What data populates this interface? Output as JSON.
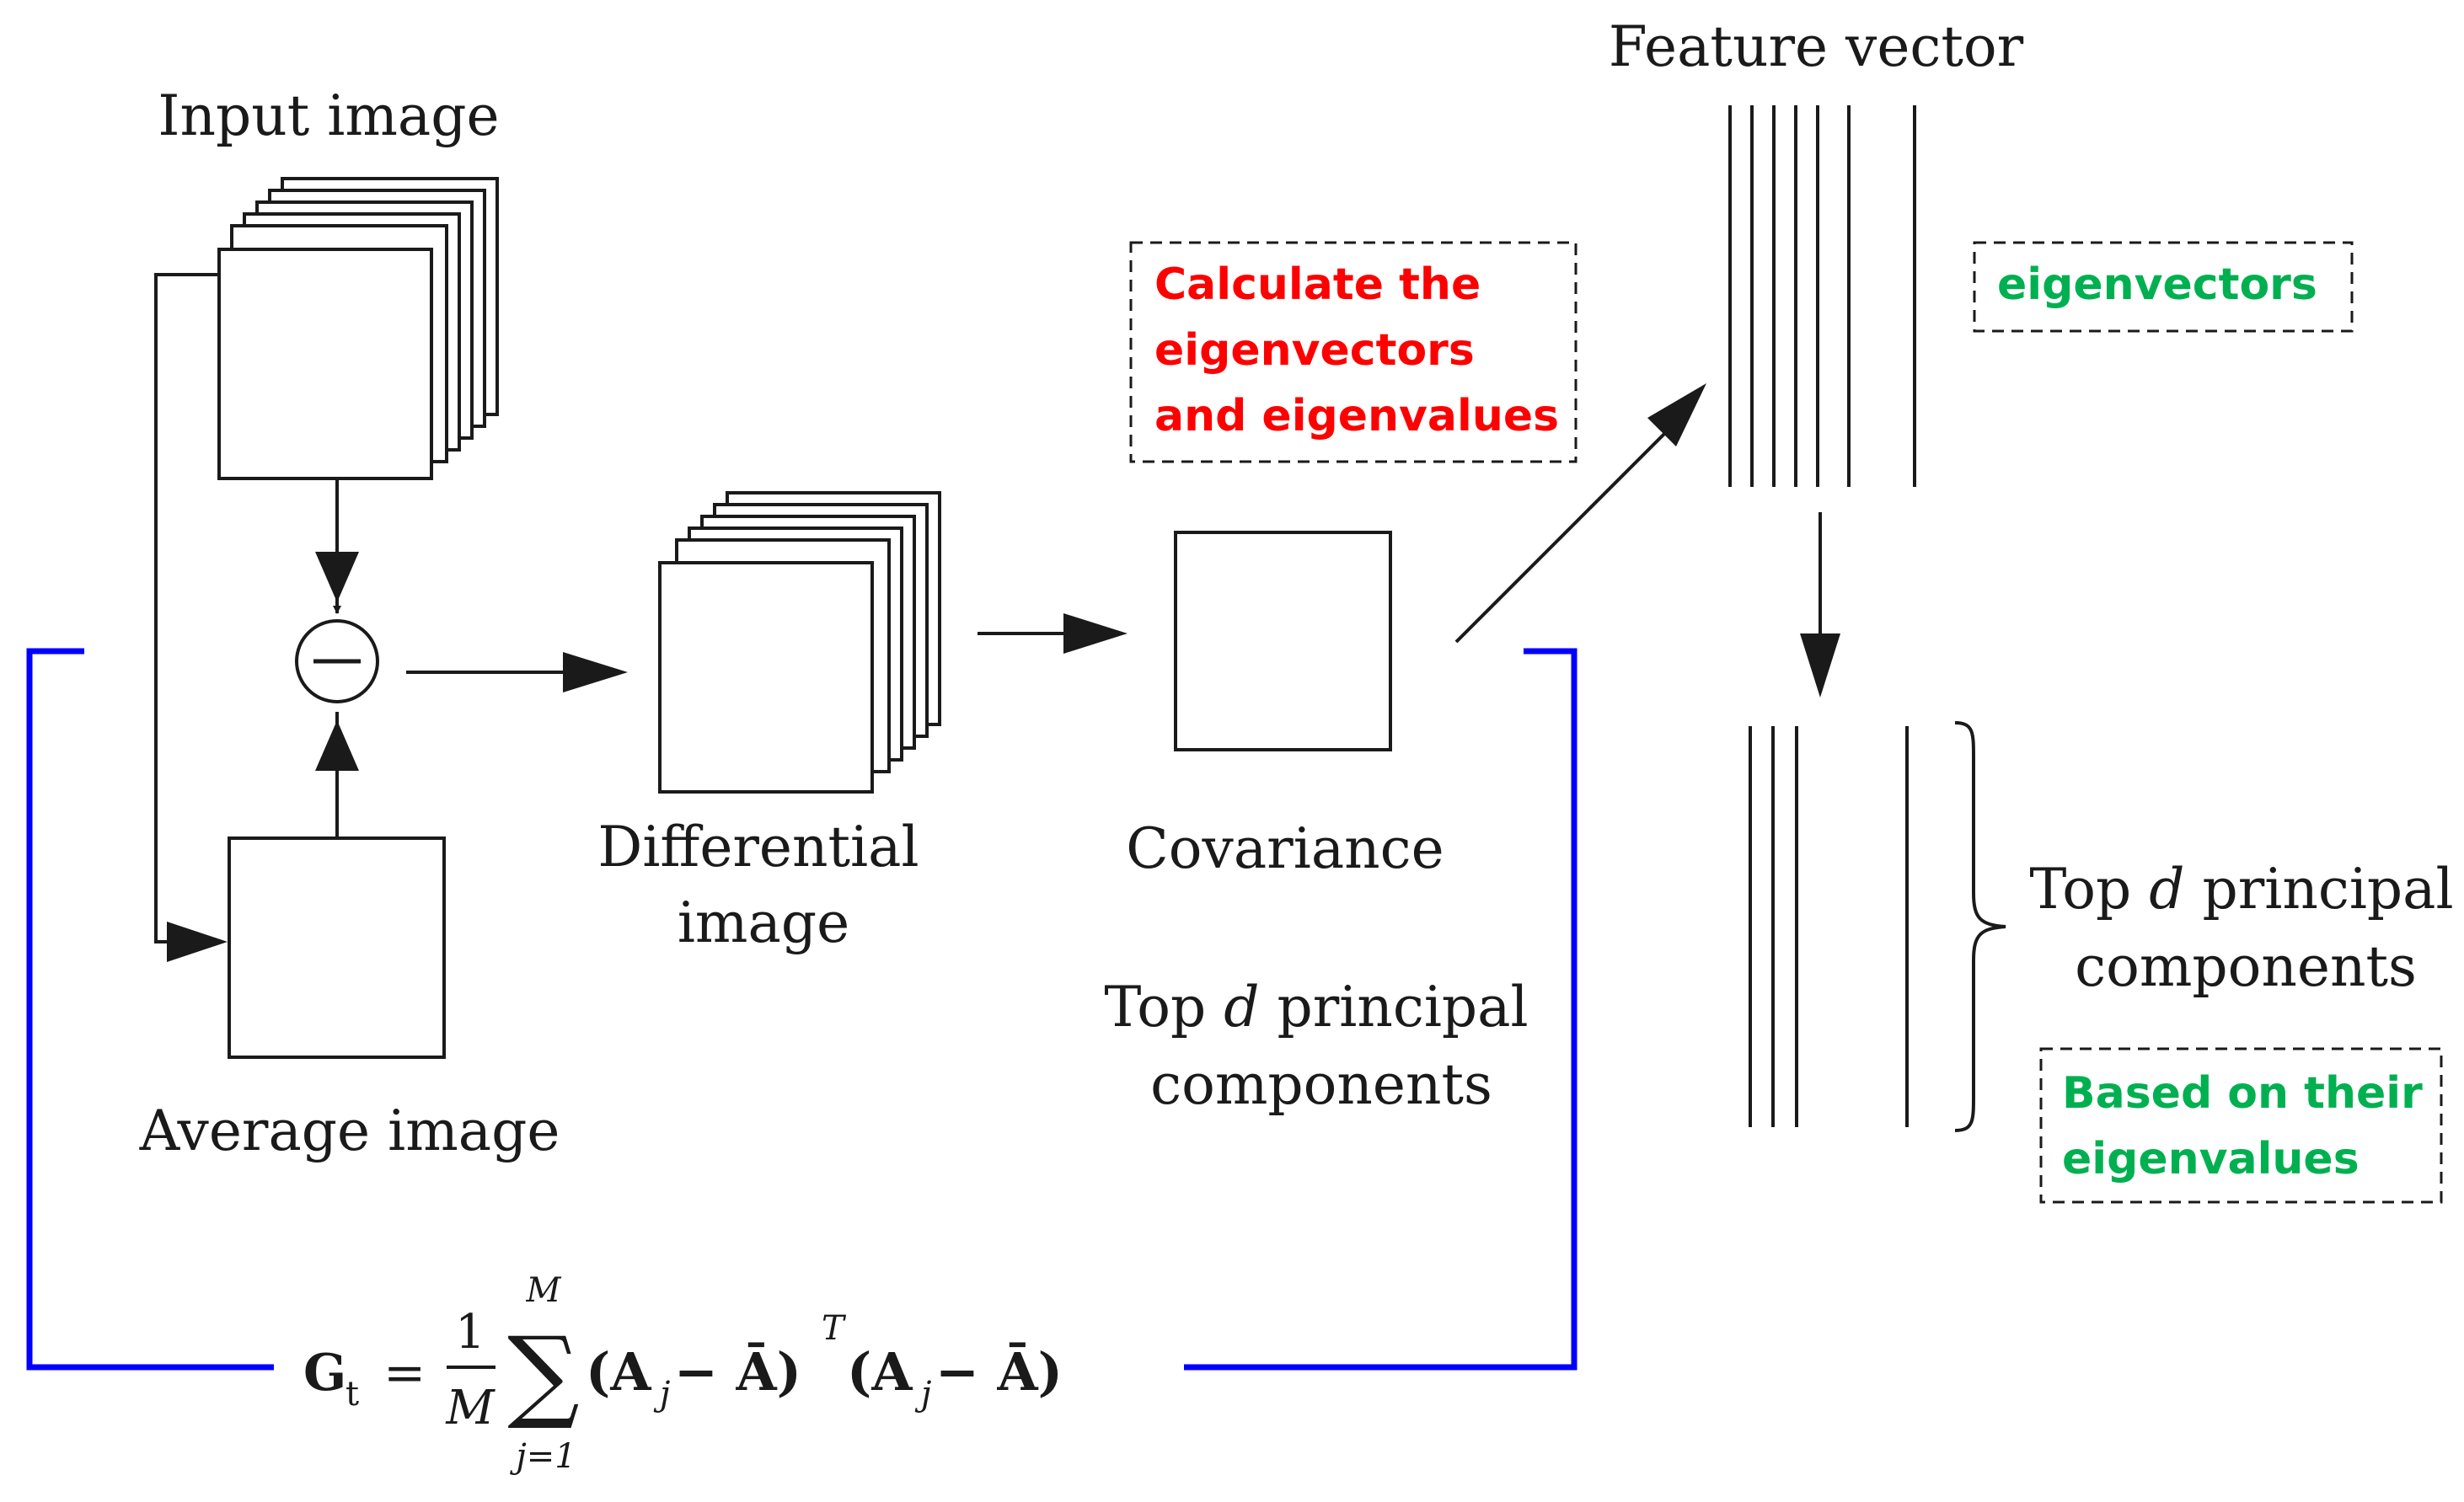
{
  "labels": {
    "input_image": "Input image",
    "average_image": "Average image",
    "differential_image_line1": "Differential",
    "differential_image_line2": "image",
    "covariance": "Covariance",
    "feature_vector": "Feature vector",
    "top_d_mid_prefix": "Top ",
    "top_d_mid_var": "d",
    "top_d_mid_suffix": " principal",
    "top_d_mid_line2": "components",
    "top_d_right_prefix": "Top ",
    "top_d_right_var": "d",
    "top_d_right_suffix": " principal",
    "top_d_right_line2": "components"
  },
  "annotations": {
    "calculate_line1": "Calculate the",
    "calculate_line2": "eigenvectors",
    "calculate_line3": "and eigenvalues",
    "eigenvectors": "eigenvectors",
    "based_line1": "Based on their",
    "based_line2": "eigenvalues"
  },
  "formula": {
    "lhs": "G",
    "lhs_sub": "t",
    "equals": "=",
    "frac_num": "1",
    "frac_den": "M",
    "sum_top": "M",
    "sum_bottom": "j=1",
    "sigma": "∑",
    "term": "(A",
    "term_sub": "j",
    "minus_abar": " − Ā)",
    "transpose": "T",
    "term2": "(A",
    "term2_sub": "j",
    "minus_abar2": " − Ā)"
  },
  "colors": {
    "line": "#1a1a1a",
    "red_note": "#ff0000",
    "green_note": "#00b050",
    "blue_bracket": "#0000ff"
  }
}
